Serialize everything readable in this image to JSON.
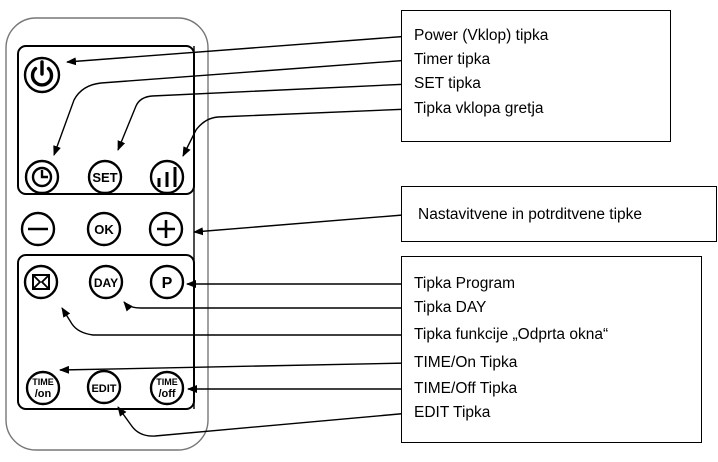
{
  "remote": {
    "buttons": [
      {
        "id": "power",
        "icon": "power-icon"
      },
      {
        "id": "timer",
        "icon": "clock-icon"
      },
      {
        "id": "set",
        "text": "SET"
      },
      {
        "id": "heat",
        "icon": "heating-bars-icon"
      },
      {
        "id": "minus",
        "icon": "minus-icon"
      },
      {
        "id": "ok",
        "text": "OK"
      },
      {
        "id": "plus",
        "icon": "plus-icon"
      },
      {
        "id": "window",
        "icon": "open-window-icon"
      },
      {
        "id": "day",
        "text": "DAY"
      },
      {
        "id": "program",
        "text": "P"
      },
      {
        "id": "time_on",
        "text_top": "TIME",
        "text_bottom": "/on"
      },
      {
        "id": "edit",
        "text": "EDIT"
      },
      {
        "id": "time_off",
        "text_top": "TIME",
        "text_bottom": "/off"
      }
    ]
  },
  "labels": {
    "power": "Power (Vklop) tipka",
    "timer": "Timer tipka",
    "set": "SET tipka",
    "heat": "Tipka vklopa gretja",
    "adjust": "Nastavitvene in potrditvene tipke",
    "program": "Tipka Program",
    "day": "Tipka DAY",
    "window": "Tipka funkcije „Odprta okna“",
    "time_on": "TIME/On Tipka",
    "time_off": "TIME/Off Tipka",
    "edit": "EDIT Tipka"
  }
}
